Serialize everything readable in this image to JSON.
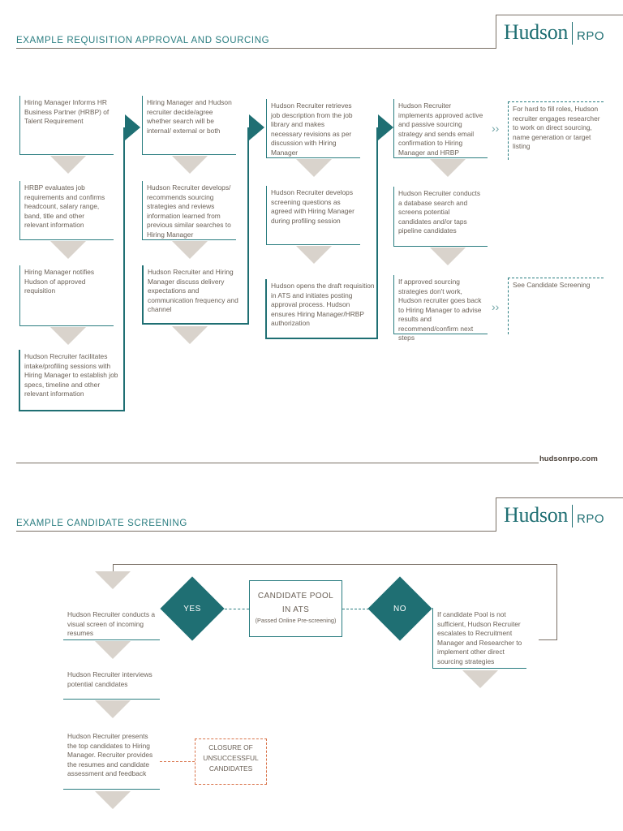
{
  "section1": {
    "title": "EXAMPLE REQUISITION APPROVAL AND SOURCING",
    "brand": {
      "name": "Hudson",
      "product": "RPO"
    },
    "columns": [
      {
        "steps": [
          "Hiring Manager Informs HR Business Partner (HRBP) of Talent Requirement",
          "HRBP evaluates job requirements and confirms headcount, salary range, band, title and other relevant information",
          "Hiring Manager notifies Hudson of approved requisition",
          "Hudson Recruiter facilitates intake/profiling sessions with Hiring Manager to establish job specs, timeline and other relevant information"
        ]
      },
      {
        "steps": [
          "Hiring Manager and Hudson recruiter decide/agree whether search will be internal/ external or both",
          "Hudson Recruiter develops/ recommends sourcing strategies and reviews information learned from previous similar searches to Hiring Manager",
          "Hudson Recruiter and Hiring Manager discuss delivery expectations and communication frequency and channel"
        ]
      },
      {
        "steps": [
          "Hudson Recruiter retrieves job description from the job library and makes necessary revisions as per discussion with Hiring Manager",
          "Hudson Recruiter develops screening questions as agreed with Hiring Manager during profiling session",
          "Hudson opens the draft requisition in ATS and initiates posting approval process. Hudson ensures Hiring Manager/HRBP authorization"
        ]
      },
      {
        "steps": [
          "Hudson Recruiter implements approved active and passive sourcing strategy and sends email confirmation to Hiring Manager and HRBP",
          "Hudson Recruiter conducts a database search and screens potential candidates and/or taps pipeline candidates",
          "If approved sourcing strategies don't work, Hudson recruiter goes back to Hiring Manager to advise results and recommend/confirm next steps"
        ]
      }
    ],
    "side_notes": [
      "For hard to fill roles, Hudson recruiter engages researcher to work on direct sourcing, name generation or target listing",
      "See Candidate Screening"
    ],
    "footer_url": "hudsonrpo.com"
  },
  "section2": {
    "title": "EXAMPLE CANDIDATE SCREENING",
    "brand": {
      "name": "Hudson",
      "product": "RPO"
    },
    "steps": [
      "Hudson Recruiter conducts a visual screen of incoming resumes",
      "Hudson Recruiter interviews potential candidates",
      "Hudson Recruiter presents the top candidates to Hiring Manager. Recruiter provides the resumes and candidate assessment and feedback"
    ],
    "yes_label": "YES",
    "no_label": "NO",
    "pool_title_1": "CANDIDATE POOL",
    "pool_title_2": "IN ATS",
    "pool_subtitle": "(Passed Online Pre-screening)",
    "insufficient_note": "If candidate Pool is not sufficient, Hudson Recruiter escalates to Recruitment Manager and Researcher to implement other direct sourcing strategies",
    "closure_1": "CLOSURE OF",
    "closure_2": "UNSUCCESSFUL",
    "closure_3": "CANDIDATES"
  },
  "colors": {
    "teal": "#1f6f73",
    "gray_arrow": "#d9d3cc",
    "closure_dash": "#d9734a"
  },
  "icons": [
    "down-triangle-arrow",
    "right-triangle-arrow",
    "chevron-right-icon"
  ]
}
